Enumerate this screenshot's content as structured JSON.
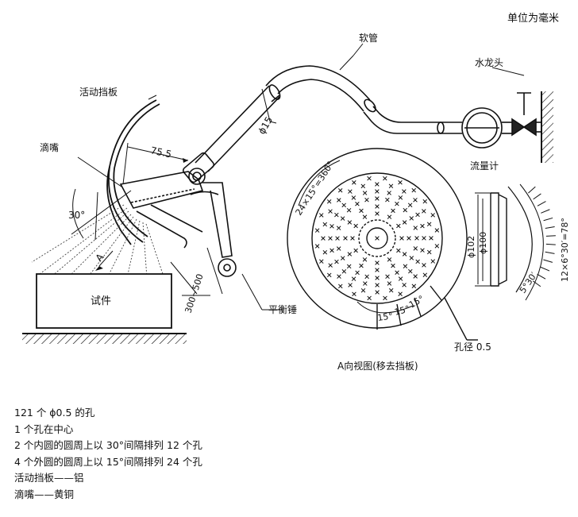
{
  "unit_label": "单位为毫米",
  "labels": {
    "hose": "软管",
    "faucet": "水龙头",
    "shield": "活动挡板",
    "nozzle": "滴嘴",
    "flowmeter": "流量计",
    "specimen": "试件",
    "counterweight": "平衡锤",
    "dim_75": "75.5",
    "dim_d15": "ϕ15",
    "angle_30": "30°",
    "arrow_a": "A",
    "dim_300_500": "300~500",
    "view_title": "A向视图(移去挡板)",
    "hole_dia": "孔径 0.5",
    "angle_360": "24×15°=360°",
    "angle_15a": "15°",
    "angle_15b": "15°",
    "angle_15c": "15°",
    "dim_d102": "ϕ102",
    "dim_d100": "ϕ100",
    "angle_78": "12×6°30′=78°",
    "angle_5_30": "5°30′"
  },
  "notes": [
    "121 个 ϕ0.5 的孔",
    "1 个孔在中心",
    "2 个内圆的圆周上以 30°间隔排列 12 个孔",
    "4 个外圆的圆周上以 15°间隔排列 24 个孔",
    "活动挡板——铝",
    "滴嘴——黄铜"
  ]
}
